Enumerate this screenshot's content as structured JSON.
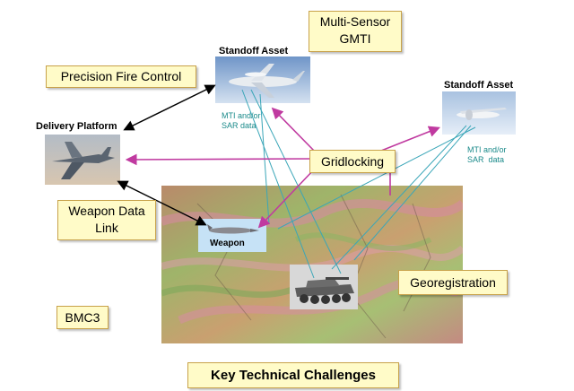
{
  "boxes": {
    "multi_sensor": "Multi-Sensor\nGMTI",
    "precision_fire": "Precision Fire Control",
    "gridlocking": "Gridlocking",
    "weapon_data_link": "Weapon Data\nLink",
    "georegistration": "Georegistration",
    "bmc3": "BMC3",
    "key_challenges": "Key Technical Challenges"
  },
  "labels": {
    "standoff_asset_1": "Standoff Asset",
    "standoff_asset_2": "Standoff Asset",
    "delivery_platform": "Delivery Platform",
    "weapon": "Weapon",
    "mti_sar_1": "MTI and/or\nSAR data",
    "mti_sar_2": "MTI and/or\nSAR  data"
  },
  "colors": {
    "box_fill": "#fffbc8",
    "box_border": "#c8a24a",
    "gridlock_arrow": "#c03aa0",
    "sensor_line": "#3aa6b8",
    "teal_text": "#1a8a8a"
  }
}
